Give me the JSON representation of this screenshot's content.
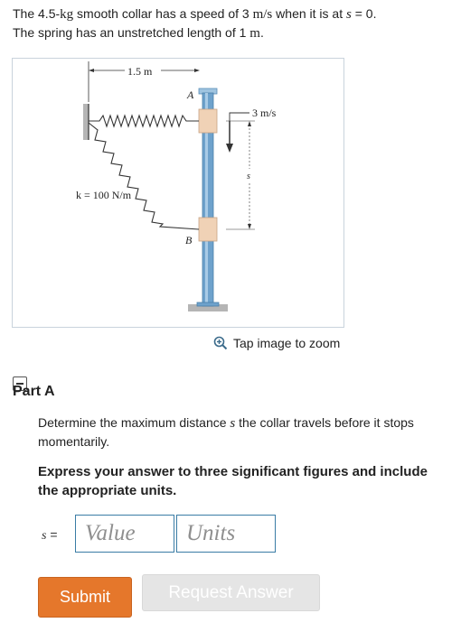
{
  "problem": {
    "part1": "The 4.5-",
    "mass_unit": "kg",
    "part2": " smooth collar has a speed of 3 ",
    "speed_unit": "m/s",
    "part3": " when it is at ",
    "var_s": "s",
    "part4": " = 0.",
    "line2_a": "The spring has an unstretched length of 1 ",
    "length_unit": "m",
    "line2_b": "."
  },
  "figure": {
    "dim_label": "1.5 m",
    "label_a": "A",
    "label_b": "B",
    "speed_label": "3 m/s",
    "s_label": "s",
    "k_label": "k = 100 N/m",
    "colors": {
      "rod": "#6ea2cc",
      "collar": "#f0d2b6",
      "spring": "#333333",
      "wall": "#b5b5b5"
    }
  },
  "zoom": {
    "label": "Tap image to zoom",
    "icon": "zoom-in-icon"
  },
  "part": {
    "title": "Part A",
    "question_a": "Determine the maximum distance ",
    "question_var": "s",
    "question_b": " the collar travels before it stops momentarily.",
    "instruction": "Express your answer to three significant figures and include the appropriate units."
  },
  "answer": {
    "label_var": "s",
    "label_eq": " =",
    "value_placeholder": "Value",
    "units_placeholder": "Units"
  },
  "buttons": {
    "submit": "Submit",
    "request": "Request Answer"
  },
  "colors": {
    "submit": "#e5772b",
    "field_border": "#3a7ca5",
    "disabled": "#e5e5e5"
  }
}
